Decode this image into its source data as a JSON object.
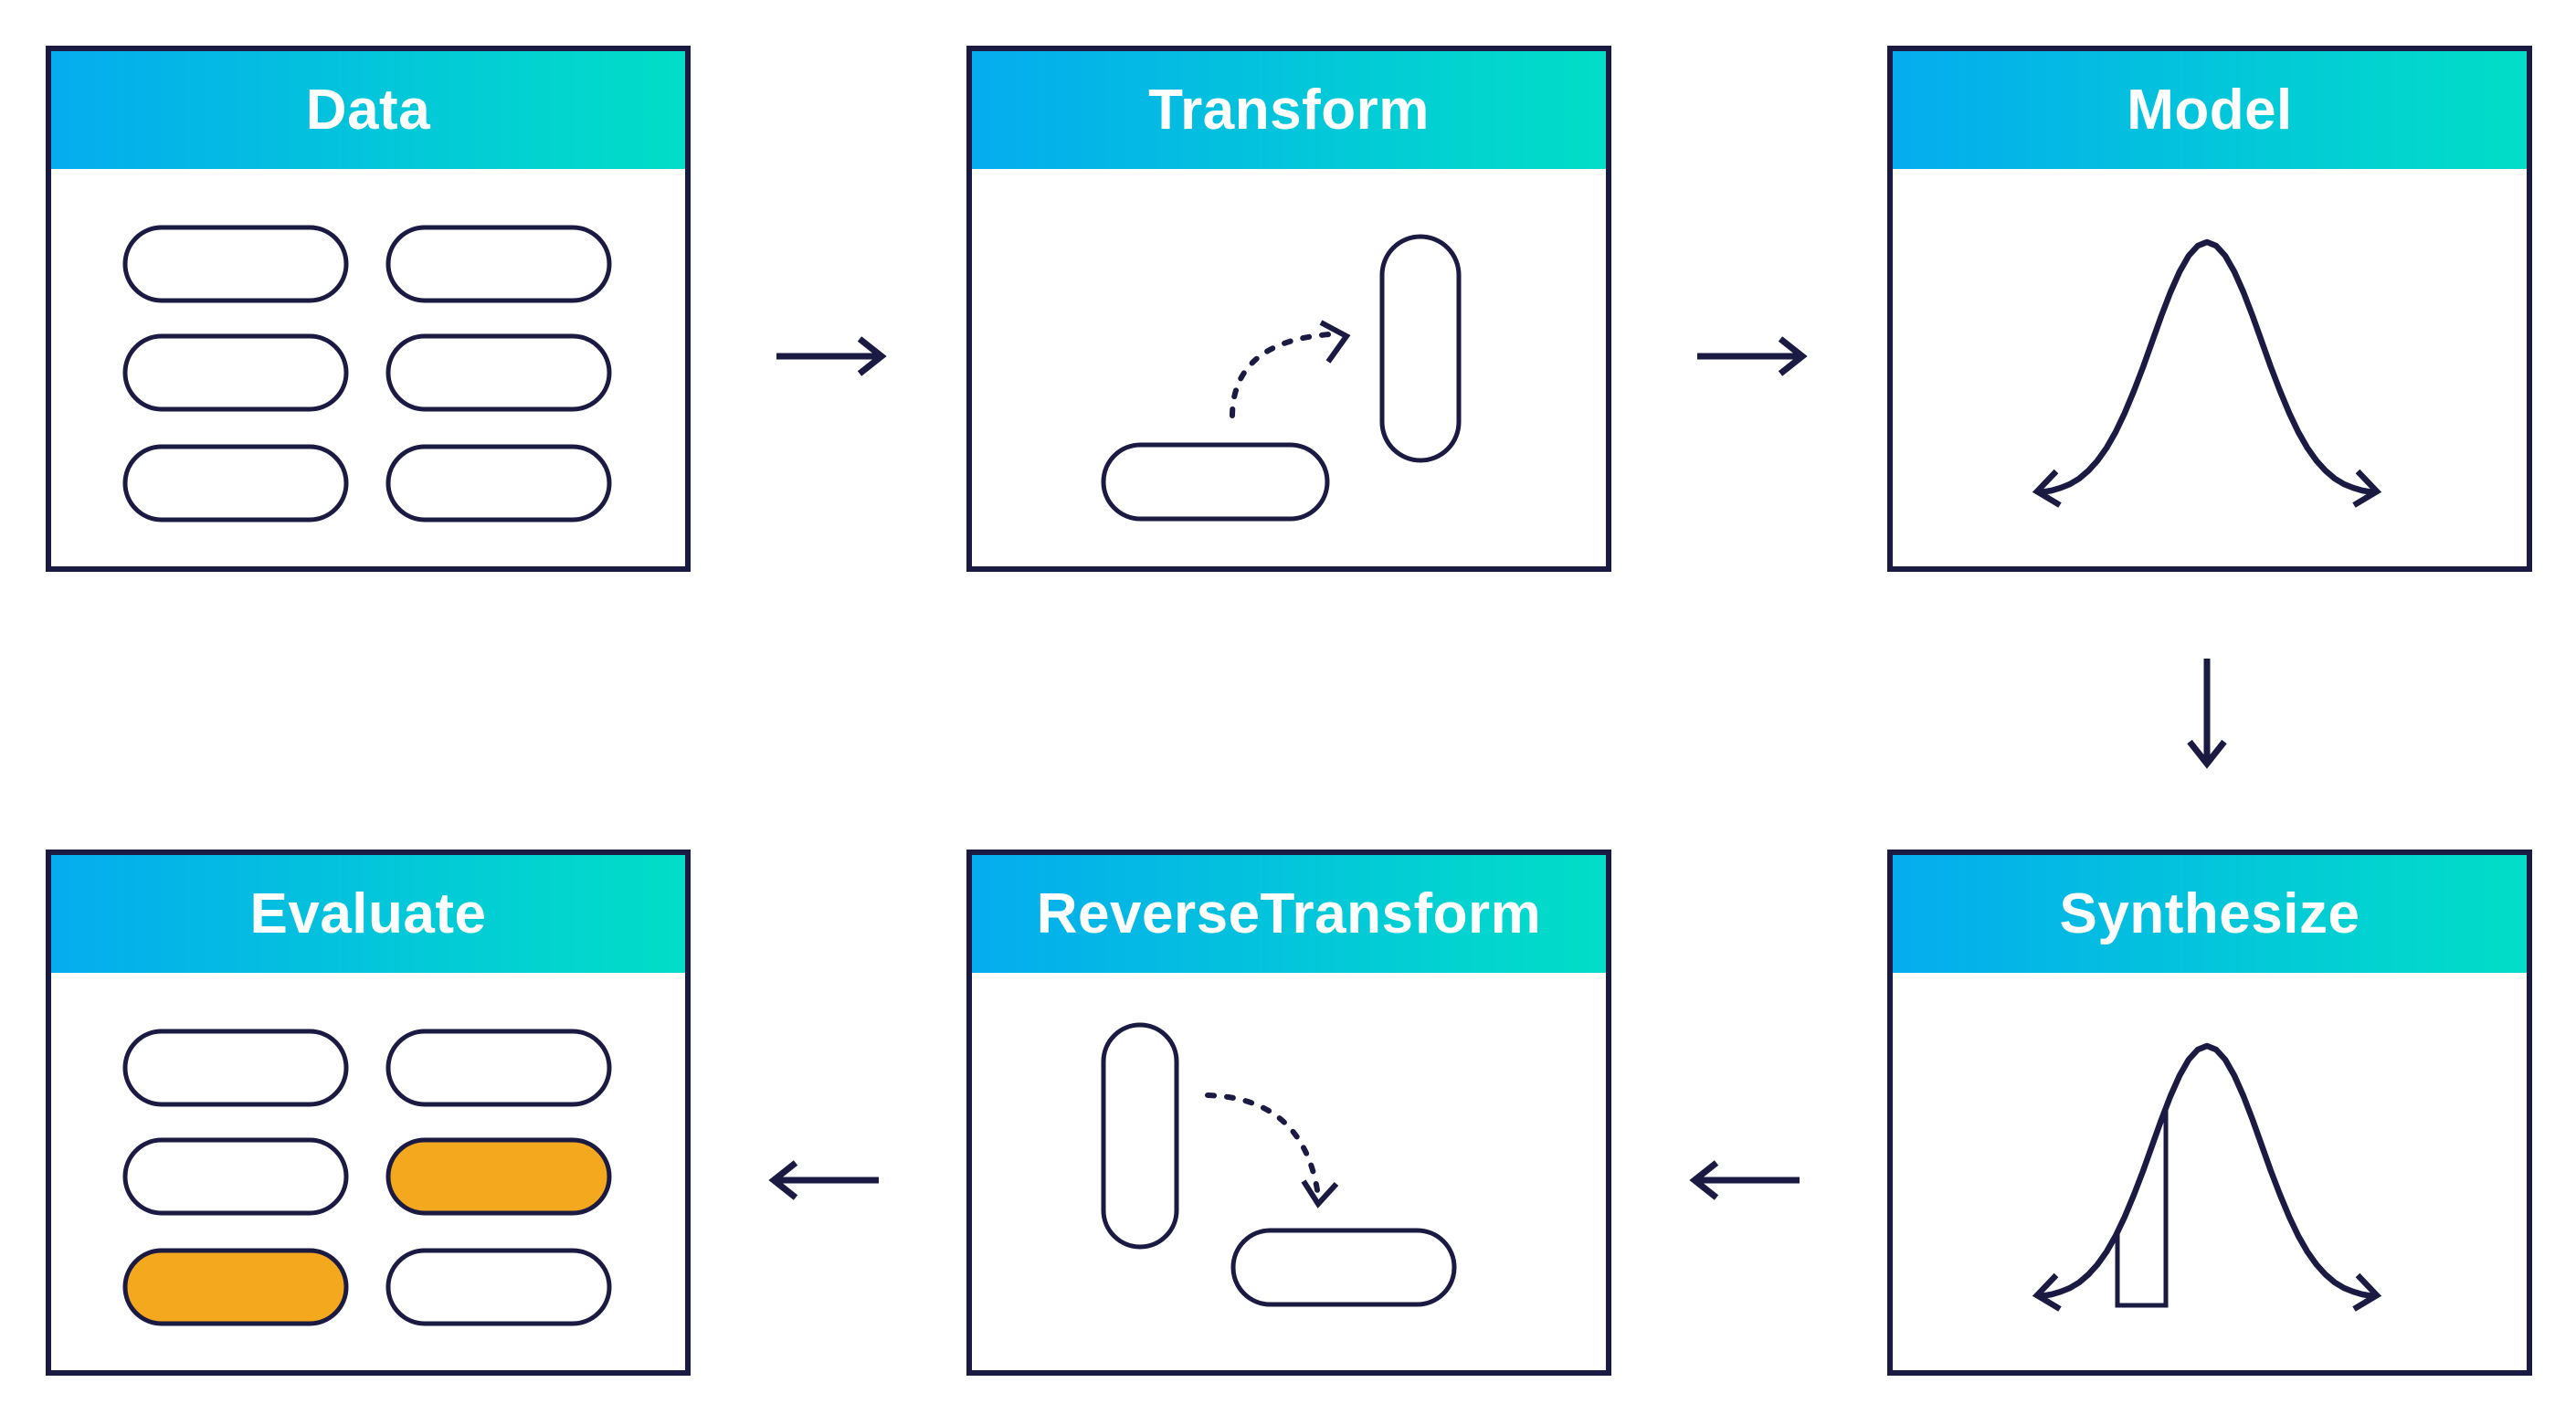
{
  "diagram": {
    "name": "synthetic-data-workflow",
    "flow": [
      "Data → Transform",
      "Transform → Model",
      "Model → Synthesize",
      "Synthesize → ReverseTransform",
      "ReverseTransform → Evaluate"
    ]
  },
  "colors": {
    "background": "#FFFFFF",
    "outline_navy": "#1A1A43",
    "accent_orange": "#F4A81E",
    "header_gradient_start": "#05ACEF",
    "header_gradient_end": "#01DEC7",
    "title_text": "#FFFFFF"
  },
  "boxes": {
    "data": {
      "title": "Data",
      "icon": "table-of-row-pills",
      "pills": {
        "rows": 3,
        "cols": 2,
        "highlighted": []
      }
    },
    "transform": {
      "title": "Transform",
      "icon": "row-pill-to-column-pill-dashed-arrow"
    },
    "model": {
      "title": "Model",
      "icon": "bell-curve-distribution"
    },
    "synthesize": {
      "title": "Synthesize",
      "icon": "bell-curve-with-sampled-slice"
    },
    "reverse_transform": {
      "title": "ReverseTransform",
      "icon": "column-pill-to-row-pill-dashed-arrow"
    },
    "evaluate": {
      "title": "Evaluate",
      "icon": "table-of-row-pills",
      "pills": {
        "rows": 3,
        "cols": 2,
        "highlighted": [
          [
            2,
            2
          ],
          [
            3,
            1
          ]
        ]
      }
    }
  }
}
